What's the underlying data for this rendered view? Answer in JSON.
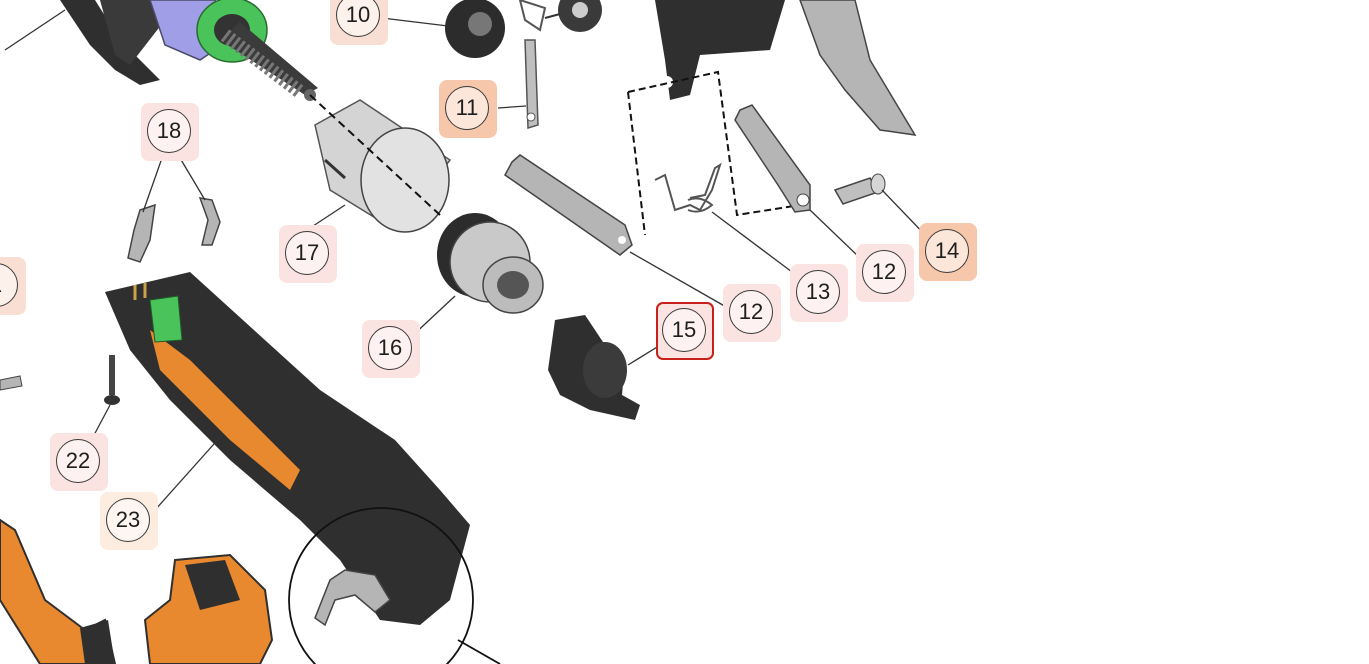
{
  "callouts": [
    {
      "id": "10",
      "label": "10",
      "bg": "#f9dfd3"
    },
    {
      "id": "11",
      "label": "11",
      "bg": "#f6c7ab"
    },
    {
      "id": "18",
      "label": "18",
      "bg": "#fbe3e1"
    },
    {
      "id": "17",
      "label": "17",
      "bg": "#fbe3e1"
    },
    {
      "id": "16",
      "label": "16",
      "bg": "#fbe3e1"
    },
    {
      "id": "15",
      "label": "15",
      "bg": "#fbe3e1",
      "selected": true
    },
    {
      "id": "12a",
      "label": "12",
      "bg": "#fbe3e1"
    },
    {
      "id": "13",
      "label": "13",
      "bg": "#fbe3e1"
    },
    {
      "id": "12b",
      "label": "12",
      "bg": "#fbe3e1"
    },
    {
      "id": "14",
      "label": "14",
      "bg": "#f6c7ab"
    },
    {
      "id": "21",
      "label": "1",
      "bg": "#f9dfd3"
    },
    {
      "id": "22",
      "label": "22",
      "bg": "#fbe3e1"
    },
    {
      "id": "23",
      "label": "23",
      "bg": "#fdece0"
    }
  ],
  "colors": {
    "part_dark": "#2f2f2f",
    "part_gray": "#b5b5b5",
    "part_orange": "#e8892f",
    "part_green": "#49c35a",
    "part_purple": "#9f9ee6",
    "selection": "#c8201a"
  }
}
